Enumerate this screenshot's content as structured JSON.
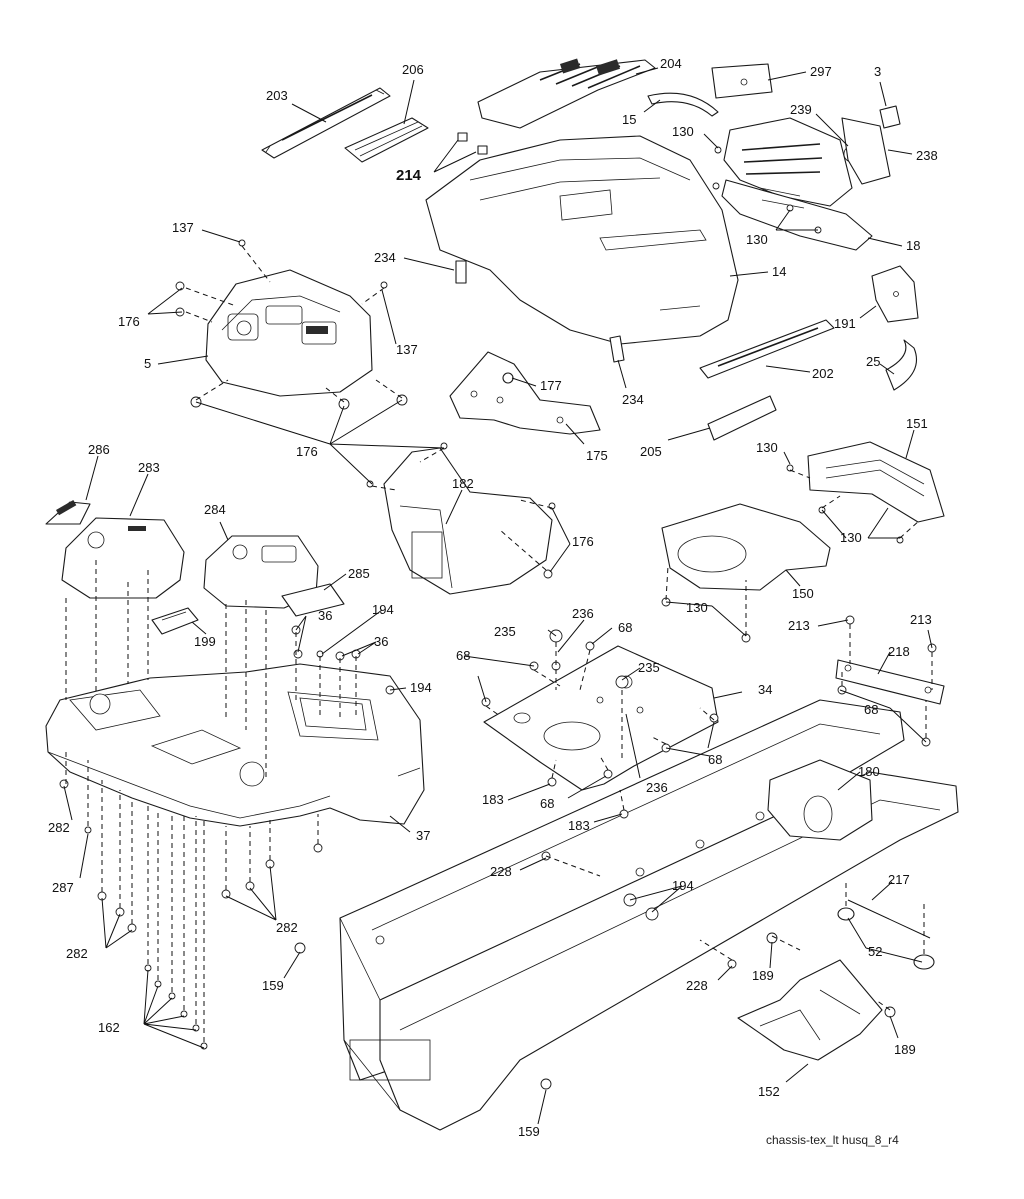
{
  "caption": "chassis-tex_lt husq_8_r4",
  "labels": {
    "l203": "203",
    "l206": "206",
    "l204": "204",
    "l297": "297",
    "l3": "3",
    "l15": "15",
    "l130a": "130",
    "l239": "239",
    "l238": "238",
    "l214": "214",
    "l137a": "137",
    "l234a": "234",
    "l130b": "130",
    "l18": "18",
    "l14": "14",
    "l176a": "176",
    "l5": "5",
    "l137b": "137",
    "l191": "191",
    "l177": "177",
    "l234b": "234",
    "l202": "202",
    "l25": "25",
    "l175": "175",
    "l176b": "176",
    "l205": "205",
    "l151": "151",
    "l130c": "130",
    "l286": "286",
    "l283": "283",
    "l182": "182",
    "l130d": "130",
    "l284": "284",
    "l176c": "176",
    "l150": "150",
    "l285": "285",
    "l199": "199",
    "l130e": "130",
    "l36a": "36",
    "l194a": "194",
    "l235a": "235",
    "l236a": "236",
    "l68a": "68",
    "l213a": "213",
    "l213b": "213",
    "l36b": "36",
    "l218": "218",
    "l68b": "68",
    "l235b": "235",
    "l194b": "194",
    "l34": "34",
    "l68c": "68",
    "l68d": "68",
    "l180": "180",
    "l282a": "282",
    "l37": "37",
    "l183a": "183",
    "l68e": "68",
    "l236b": "236",
    "l183b": "183",
    "l287": "287",
    "l228a": "228",
    "l194c": "194",
    "l217": "217",
    "l282b": "282",
    "l282c": "282",
    "l52": "52",
    "l159a": "159",
    "l228b": "228",
    "l189a": "189",
    "l162": "162",
    "l189b": "189",
    "l152": "152",
    "l159b": "159"
  }
}
